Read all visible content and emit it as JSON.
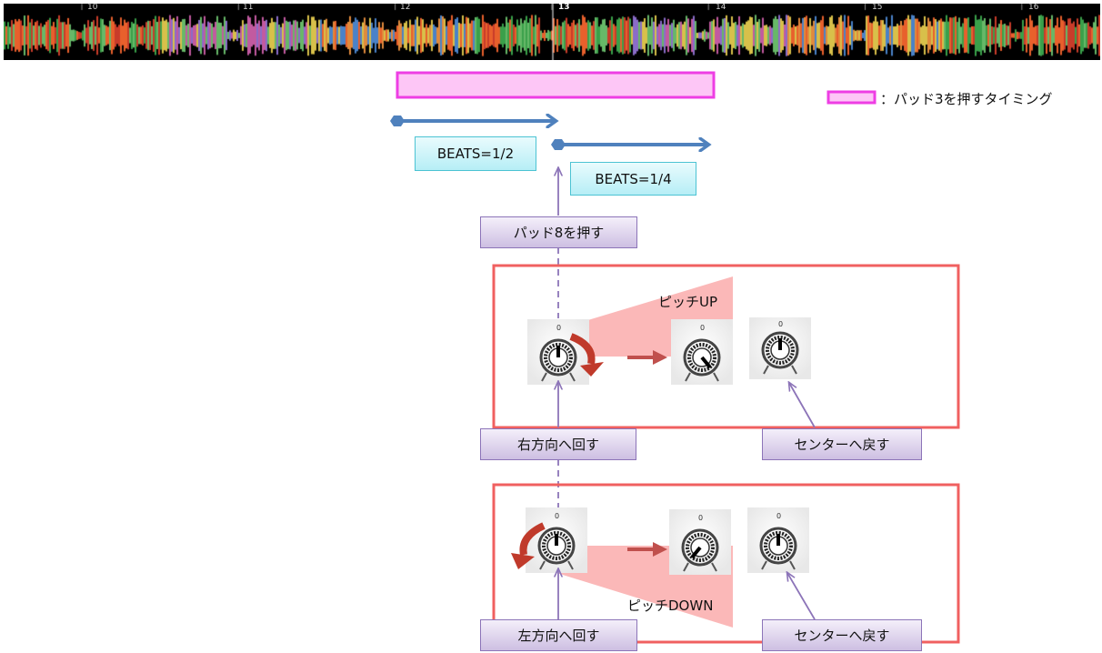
{
  "waveform": {
    "bar_numbers": [
      "10",
      "11",
      "12",
      "13",
      "14",
      "15",
      "16"
    ]
  },
  "legend": {
    "text": "：パッド3を押すタイミング",
    "swatch_color": "#f06bec"
  },
  "beats": {
    "half_label": "BEATS=1/2",
    "quarter_label": "BEATS=1/4",
    "arrow_color": "#4f81bd"
  },
  "pad8_label": "パッド8を押す",
  "pitch_up": {
    "label": "ピッチUP",
    "rotate_label": "右方向へ回す",
    "return_label": "センターへ戻す"
  },
  "pitch_down": {
    "label": "ピッチDOWN",
    "rotate_label": "左方向へ回す",
    "return_label": "センターへ戻す"
  },
  "colors": {
    "frame": "#f06060",
    "label_border": "#8c74b8",
    "beats_border": "#4cc3d3",
    "turn_arrow": "#c03a2b"
  }
}
